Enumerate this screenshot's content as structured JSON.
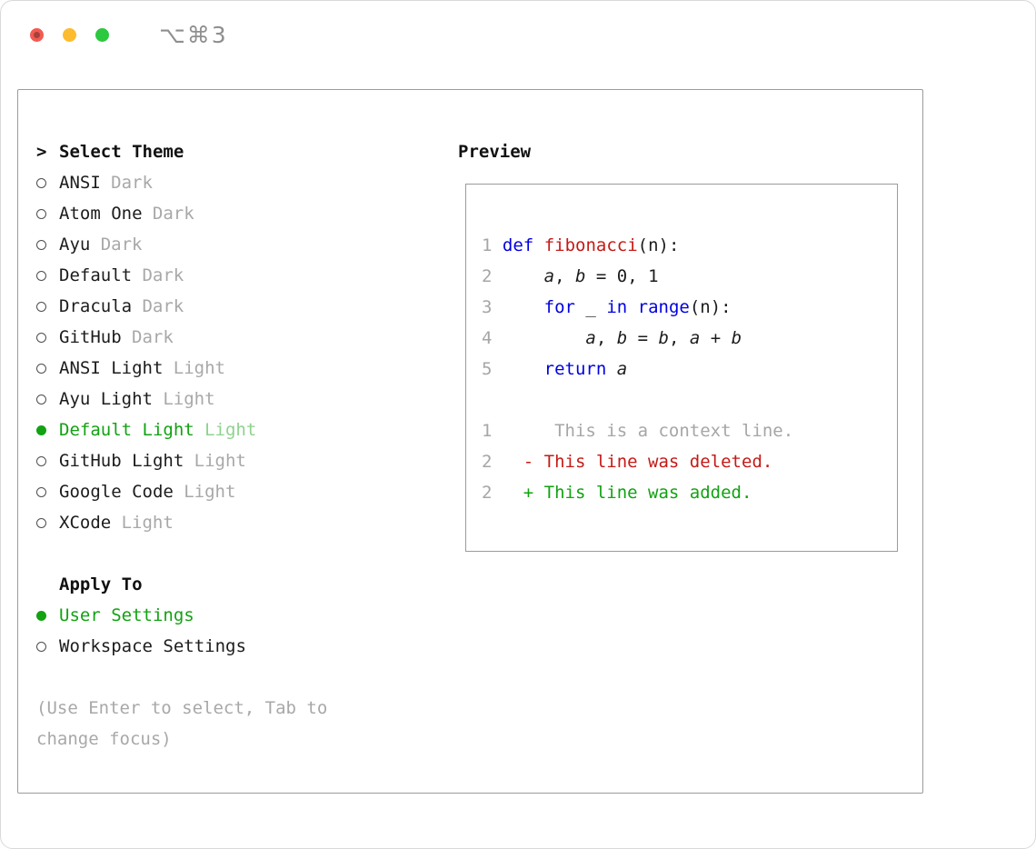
{
  "window": {
    "shortcut": "⌥⌘3",
    "buttons": [
      "close",
      "minimize",
      "zoom"
    ]
  },
  "colors": {
    "accent_green": "#12a212",
    "keyword_blue": "#0000e0",
    "error_red": "#c41a16",
    "muted_gray": "#a6a6a6"
  },
  "theme_selector": {
    "prompt": ">",
    "title": "Select Theme",
    "items": [
      {
        "name": "ANSI",
        "variant": "Dark",
        "selected": false
      },
      {
        "name": "Atom One",
        "variant": "Dark",
        "selected": false
      },
      {
        "name": "Ayu",
        "variant": "Dark",
        "selected": false
      },
      {
        "name": "Default",
        "variant": "Dark",
        "selected": false
      },
      {
        "name": "Dracula",
        "variant": "Dark",
        "selected": false
      },
      {
        "name": "GitHub",
        "variant": "Dark",
        "selected": false
      },
      {
        "name": "ANSI Light",
        "variant": "Light",
        "selected": false
      },
      {
        "name": "Ayu Light",
        "variant": "Light",
        "selected": false
      },
      {
        "name": "Default Light",
        "variant": "Light",
        "selected": true
      },
      {
        "name": "GitHub Light",
        "variant": "Light",
        "selected": false
      },
      {
        "name": "Google Code",
        "variant": "Light",
        "selected": false
      },
      {
        "name": "XCode",
        "variant": "Light",
        "selected": false
      }
    ],
    "apply_title": "Apply To",
    "apply_options": [
      {
        "label": "User Settings",
        "selected": true
      },
      {
        "label": "Workspace Settings",
        "selected": false
      }
    ],
    "hint": "(Use Enter to select, Tab to change focus)"
  },
  "preview": {
    "title": "Preview",
    "lines": [
      [
        [
          "ln",
          "1"
        ],
        [
          "pl",
          " "
        ],
        [
          "kw",
          "def"
        ],
        [
          "pl",
          " "
        ],
        [
          "fn",
          "fibonacci"
        ],
        [
          "pl",
          "(n):"
        ]
      ],
      [
        [
          "ln",
          "2"
        ],
        [
          "pl",
          "     "
        ],
        [
          "var",
          "a"
        ],
        [
          "pl",
          ", "
        ],
        [
          "var",
          "b"
        ],
        [
          "pl",
          " = 0, 1"
        ]
      ],
      [
        [
          "ln",
          "3"
        ],
        [
          "pl",
          "     "
        ],
        [
          "kw",
          "for"
        ],
        [
          "pl",
          " _ "
        ],
        [
          "kw",
          "in"
        ],
        [
          "pl",
          " "
        ],
        [
          "kw",
          "range"
        ],
        [
          "pl",
          "(n):"
        ]
      ],
      [
        [
          "ln",
          "4"
        ],
        [
          "pl",
          "         "
        ],
        [
          "var",
          "a"
        ],
        [
          "pl",
          ", "
        ],
        [
          "var",
          "b"
        ],
        [
          "pl",
          " = "
        ],
        [
          "var",
          "b"
        ],
        [
          "pl",
          ", "
        ],
        [
          "var",
          "a"
        ],
        [
          "pl",
          " + "
        ],
        [
          "var",
          "b"
        ]
      ],
      [
        [
          "ln",
          "5"
        ],
        [
          "pl",
          "     "
        ],
        [
          "kw",
          "return"
        ],
        [
          "pl",
          " "
        ],
        [
          "var",
          "a"
        ]
      ],
      [],
      [
        [
          "ln",
          "1"
        ],
        [
          "ctx",
          "      This is a context line."
        ]
      ],
      [
        [
          "ln",
          "2"
        ],
        [
          "pl",
          "   "
        ],
        [
          "del",
          "- This line was deleted."
        ]
      ],
      [
        [
          "ln",
          "2"
        ],
        [
          "pl",
          "   "
        ],
        [
          "add",
          "+ This line was added."
        ]
      ]
    ]
  }
}
